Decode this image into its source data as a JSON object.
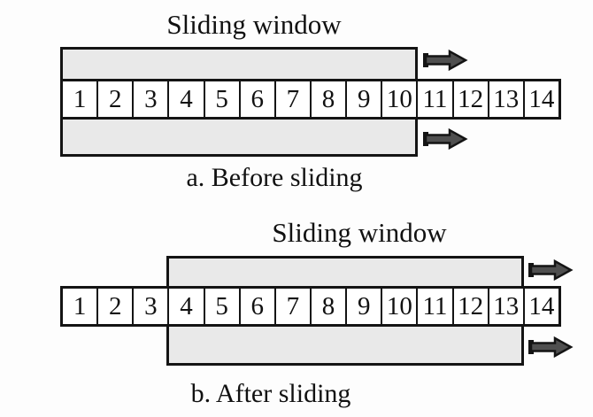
{
  "colors": {
    "background": "#fdfdfd",
    "window_fill": "#e9e9e9",
    "cell_fill": "#ffffff",
    "outline": "#141414",
    "arrow_fill": "#4f4f4f"
  },
  "cells": [
    "1",
    "2",
    "3",
    "4",
    "5",
    "6",
    "7",
    "8",
    "9",
    "10",
    "11",
    "12",
    "13",
    "14"
  ],
  "a": {
    "title": "Sliding window",
    "caption": "a. Before sliding",
    "window_first_cell": "1",
    "window_last_cell": "10",
    "arrow_direction": "right"
  },
  "b": {
    "title": "Sliding window",
    "caption": "b. After sliding",
    "window_first_cell": "4",
    "window_last_cell": "13",
    "arrow_direction": "right"
  }
}
